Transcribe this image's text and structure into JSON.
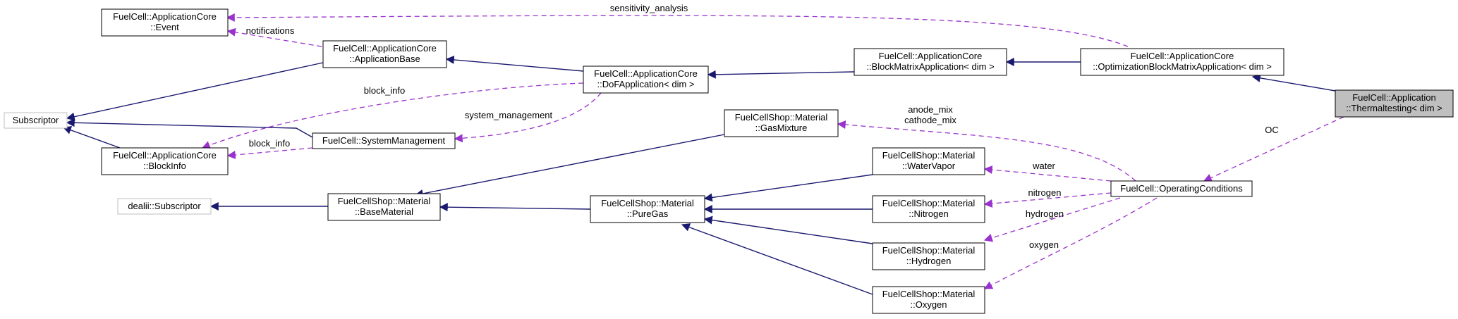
{
  "diagram": {
    "colors": {
      "inherit_edge": "#191970",
      "usage_edge": "#9a32cd",
      "node_border": "#000000",
      "undocumented_border": "#bfbfbf",
      "focus_fill": "#bfbfbf",
      "background": "#ffffff"
    },
    "nodes": {
      "event": {
        "line1": "FuelCell::ApplicationCore",
        "line2": "::Event"
      },
      "subscriptor": {
        "line1": "Subscriptor"
      },
      "blockinfo": {
        "line1": "FuelCell::ApplicationCore",
        "line2": "::BlockInfo"
      },
      "dealii_subscriptor": {
        "line1": "dealii::Subscriptor"
      },
      "appbase": {
        "line1": "FuelCell::ApplicationCore",
        "line2": "::ApplicationBase"
      },
      "sysmgmt": {
        "line1": "FuelCell::SystemManagement"
      },
      "basematerial": {
        "line1": "FuelCellShop::Material",
        "line2": "::BaseMaterial"
      },
      "dofapp": {
        "line1": "FuelCell::ApplicationCore",
        "line2": "::DoFApplication< dim >"
      },
      "gasmixture": {
        "line1": "FuelCellShop::Material",
        "line2": "::GasMixture"
      },
      "puregas": {
        "line1": "FuelCellShop::Material",
        "line2": "::PureGas"
      },
      "blockmatrixapp": {
        "line1": "FuelCell::ApplicationCore",
        "line2": "::BlockMatrixApplication< dim >"
      },
      "watervapor": {
        "line1": "FuelCellShop::Material",
        "line2": "::WaterVapor"
      },
      "nitrogen": {
        "line1": "FuelCellShop::Material",
        "line2": "::Nitrogen"
      },
      "hydrogen": {
        "line1": "FuelCellShop::Material",
        "line2": "::Hydrogen"
      },
      "oxygen": {
        "line1": "FuelCellShop::Material",
        "line2": "::Oxygen"
      },
      "optblockmatrixapp": {
        "line1": "FuelCell::ApplicationCore",
        "line2": "::OptimizationBlockMatrixApplication< dim >"
      },
      "opconditions": {
        "line1": "FuelCell::OperatingConditions"
      },
      "thermaltesting": {
        "line1": "FuelCell::Application",
        "line2": "::Thermaltesting< dim >"
      }
    },
    "edge_labels": {
      "sensitivity_analysis": "sensitivity_analysis",
      "notifications": "notifications",
      "block_info_upper": "block_info",
      "block_info_lower": "block_info",
      "system_management": "system_management",
      "anode_mix": "anode_mix",
      "cathode_mix": "cathode_mix",
      "water": "water",
      "nitrogen": "nitrogen",
      "hydrogen": "hydrogen",
      "oxygen": "oxygen",
      "oc": "OC"
    }
  }
}
